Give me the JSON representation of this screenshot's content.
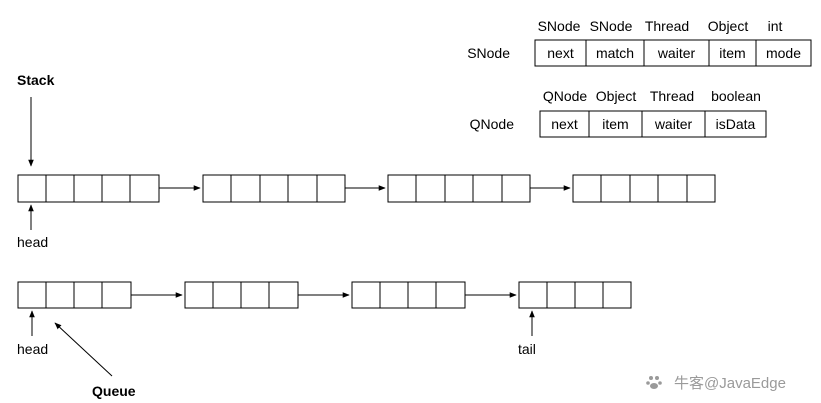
{
  "snode": {
    "name": "SNode",
    "types": [
      "SNode",
      "SNode",
      "Thread",
      "Object",
      "int"
    ],
    "fields": [
      "next",
      "match",
      "waiter",
      "item",
      "mode"
    ]
  },
  "qnode": {
    "name": "QNode",
    "types": [
      "QNode",
      "Object",
      "Thread",
      "boolean"
    ],
    "fields": [
      "next",
      "item",
      "waiter",
      "isData"
    ]
  },
  "stack": {
    "title": "Stack",
    "head_label": "head"
  },
  "queue": {
    "title": "Queue",
    "head_label": "head",
    "tail_label": "tail"
  },
  "watermark": {
    "text": "牛客@JavaEdge"
  }
}
